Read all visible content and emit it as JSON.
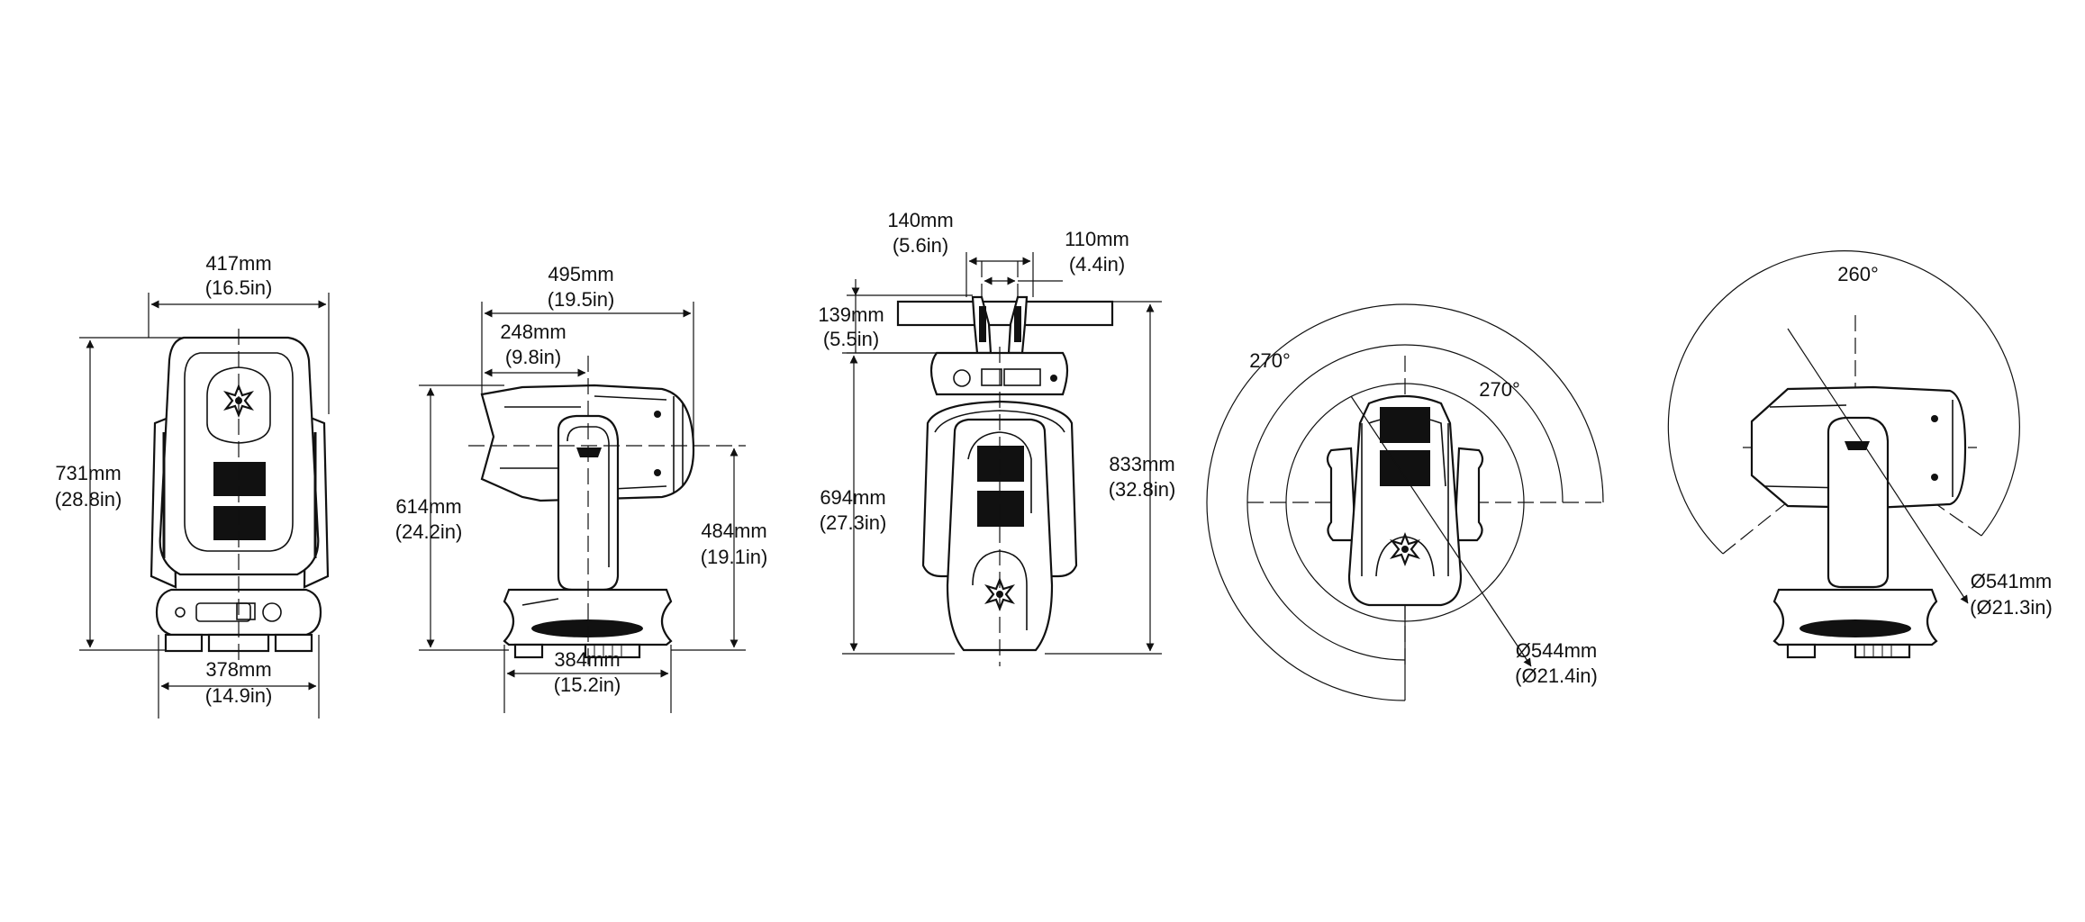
{
  "views": {
    "front": {
      "width_top": {
        "mm": "417mm",
        "in": "(16.5in)"
      },
      "height": {
        "mm": "731mm",
        "in": "(28.8in)"
      },
      "base_width": {
        "mm": "378mm",
        "in": "(14.9in)"
      }
    },
    "side": {
      "length": {
        "mm": "495mm",
        "in": "(19.5in)"
      },
      "offset": {
        "mm": "248mm",
        "in": "(9.8in)"
      },
      "height": {
        "mm": "614mm",
        "in": "(24.2in)"
      },
      "axis_height": {
        "mm": "484mm",
        "in": "(19.1in)"
      },
      "base_width": {
        "mm": "384mm",
        "in": "(15.2in)"
      }
    },
    "bracket": {
      "spacing_a": {
        "mm": "140mm",
        "in": "(5.6in)"
      },
      "spacing_b": {
        "mm": "110mm",
        "in": "(4.4in)"
      },
      "clamp_height": {
        "mm": "139mm",
        "in": "(5.5in)"
      },
      "fixture_height": {
        "mm": "694mm",
        "in": "(27.3in)"
      },
      "total_height": {
        "mm": "833mm",
        "in": "(32.8in)"
      }
    },
    "pan": {
      "angle_left": "270°",
      "angle_right": "270°",
      "diameter": {
        "mm": "Ø544mm",
        "in": "(Ø21.4in)"
      }
    },
    "tilt": {
      "angle": "260°",
      "diameter": {
        "mm": "Ø541mm",
        "in": "(Ø21.3in)"
      }
    }
  },
  "colors": {
    "line": "#111111",
    "background": "#ffffff"
  }
}
